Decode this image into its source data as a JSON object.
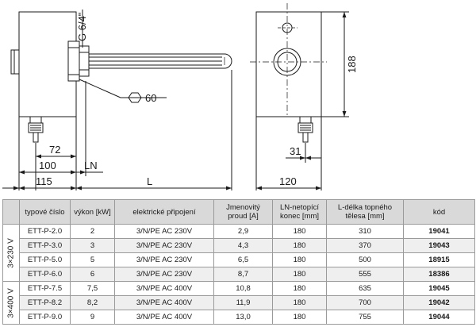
{
  "drawing": {
    "dim_thread": "G 6/4\"",
    "dim_hex": "60",
    "dim_height": "188",
    "dim_72": "72",
    "dim_100": "100",
    "dim_ln": "LN",
    "dim_115": "115",
    "dim_l": "L",
    "dim_31": "31",
    "dim_120": "120"
  },
  "table": {
    "headers": {
      "type": "typové číslo",
      "power": "výkon [kW]",
      "connection": "elektrické připojení",
      "current": "Jmenovitý proud [A]",
      "ln": "LN-netopící konec [mm]",
      "length": "L-délka topného tělesa [mm]",
      "code": "kód"
    },
    "groups": [
      {
        "label": "3×230 V",
        "rows": [
          {
            "type": "ETT-P-2.0",
            "power": "2",
            "connection": "3/N/PE AC 230V",
            "current": "2,9",
            "ln": "180",
            "length": "310",
            "code": "19041"
          },
          {
            "type": "ETT-P-3.0",
            "power": "3",
            "connection": "3/N/PE AC 230V",
            "current": "4,3",
            "ln": "180",
            "length": "370",
            "code": "19043"
          },
          {
            "type": "ETT-P-5.0",
            "power": "5",
            "connection": "3/N/PE AC 230V",
            "current": "6,5",
            "ln": "180",
            "length": "500",
            "code": "18915"
          },
          {
            "type": "ETT-P-6.0",
            "power": "6",
            "connection": "3/N/PE AC 230V",
            "current": "8,7",
            "ln": "180",
            "length": "555",
            "code": "18386"
          }
        ]
      },
      {
        "label": "3×400 V",
        "rows": [
          {
            "type": "ETT-P-7.5",
            "power": "7,5",
            "connection": "3/N/PE AC 400V",
            "current": "10,8",
            "ln": "180",
            "length": "635",
            "code": "19045"
          },
          {
            "type": "ETT-P-8.2",
            "power": "8,2",
            "connection": "3/N/PE AC 400V",
            "current": "11,9",
            "ln": "180",
            "length": "700",
            "code": "19042"
          },
          {
            "type": "ETT-P-9.0",
            "power": "9",
            "connection": "3/N/PE AC 400V",
            "current": "13,0",
            "ln": "180",
            "length": "755",
            "code": "19044"
          }
        ]
      }
    ]
  }
}
